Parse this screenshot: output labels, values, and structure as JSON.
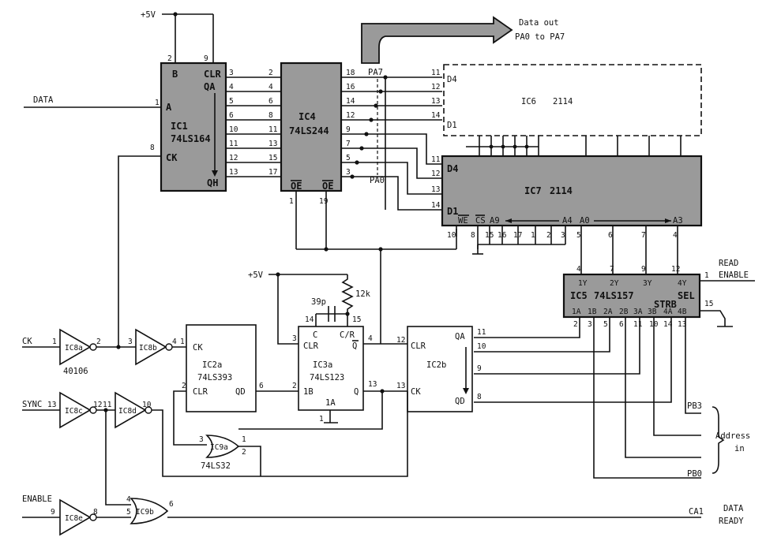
{
  "supply": {
    "vcc_top": "+5V",
    "vcc_mid": "+5V"
  },
  "signals": {
    "data": "DATA",
    "ck": "CK",
    "sync": "SYNC",
    "enable": "ENABLE",
    "read_enable_1": "READ",
    "read_enable_2": "ENABLE",
    "data_out_1": "Data out",
    "data_out_2": "PA0 to PA7",
    "address_in_1": "Address",
    "address_in_2": "in",
    "pb3": "PB3",
    "pb0": "PB0",
    "ca1": "CA1",
    "data_ready_1": "DATA",
    "data_ready_2": "READY",
    "pa7": "PA7",
    "pa0": "PA0"
  },
  "chips": {
    "ic1": {
      "name": "IC1",
      "part": "74LS164"
    },
    "ic4": {
      "name": "IC4",
      "part": "74LS244"
    },
    "ic6": {
      "name": "IC6",
      "part": "2114"
    },
    "ic7": {
      "name": "IC7",
      "part": "2114"
    },
    "ic5": {
      "name": "IC5",
      "part": "74LS157"
    },
    "ic2a": {
      "name": "IC2a",
      "part": "74LS393"
    },
    "ic3a": {
      "name": "IC3a",
      "part": "74LS123"
    },
    "ic2b": {
      "name": "IC2b",
      "part": ""
    },
    "ic9a": {
      "name": "IC9a",
      "part": "74LS32"
    },
    "ic9b": {
      "name": "IC9b",
      "part": ""
    },
    "ic8a": {
      "name": "IC8a",
      "part": "40106"
    },
    "ic8b": {
      "name": "IC8b",
      "part": ""
    },
    "ic8c": {
      "name": "IC8c",
      "part": ""
    },
    "ic8d": {
      "name": "IC8d",
      "part": ""
    },
    "ic8e": {
      "name": "IC8e",
      "part": ""
    }
  },
  "components": {
    "cap": "39p",
    "res": "12k"
  },
  "pins": {
    "ic1": {
      "b": "B",
      "a": "A",
      "ck": "CK",
      "clr": "CLR",
      "qa": "QA",
      "qh": "QH"
    },
    "ic4": {
      "oe1": "OE",
      "oe2": "OE"
    },
    "ic7": {
      "d4": "D4",
      "d1": "D1",
      "we": "WE",
      "cs": "CS",
      "a9": "A9",
      "a4": "A4",
      "a0": "A0",
      "a3": "A3"
    },
    "ic6": {
      "d4": "D4",
      "d1": "D1"
    },
    "ic5": {
      "y1": "1Y",
      "y2": "2Y",
      "y3": "3Y",
      "y4": "4Y",
      "a1": "1A",
      "b1": "1B",
      "a2": "2A",
      "b2": "2B",
      "a3": "3A",
      "b3": "3B",
      "a4": "4A",
      "b4": "4B",
      "strb": "STRB",
      "sel": "SEL"
    },
    "ic2a": {
      "ck": "CK",
      "clr": "CLR",
      "qd": "QD"
    },
    "ic3a": {
      "c": "C",
      "cr": "C/R",
      "clr": "CLR",
      "q_bar": "Q",
      "b1": "1B",
      "q": "Q",
      "a1": "1A"
    },
    "ic2b": {
      "clr": "CLR",
      "ck": "CK",
      "qa": "QA",
      "qd": "QD"
    }
  }
}
